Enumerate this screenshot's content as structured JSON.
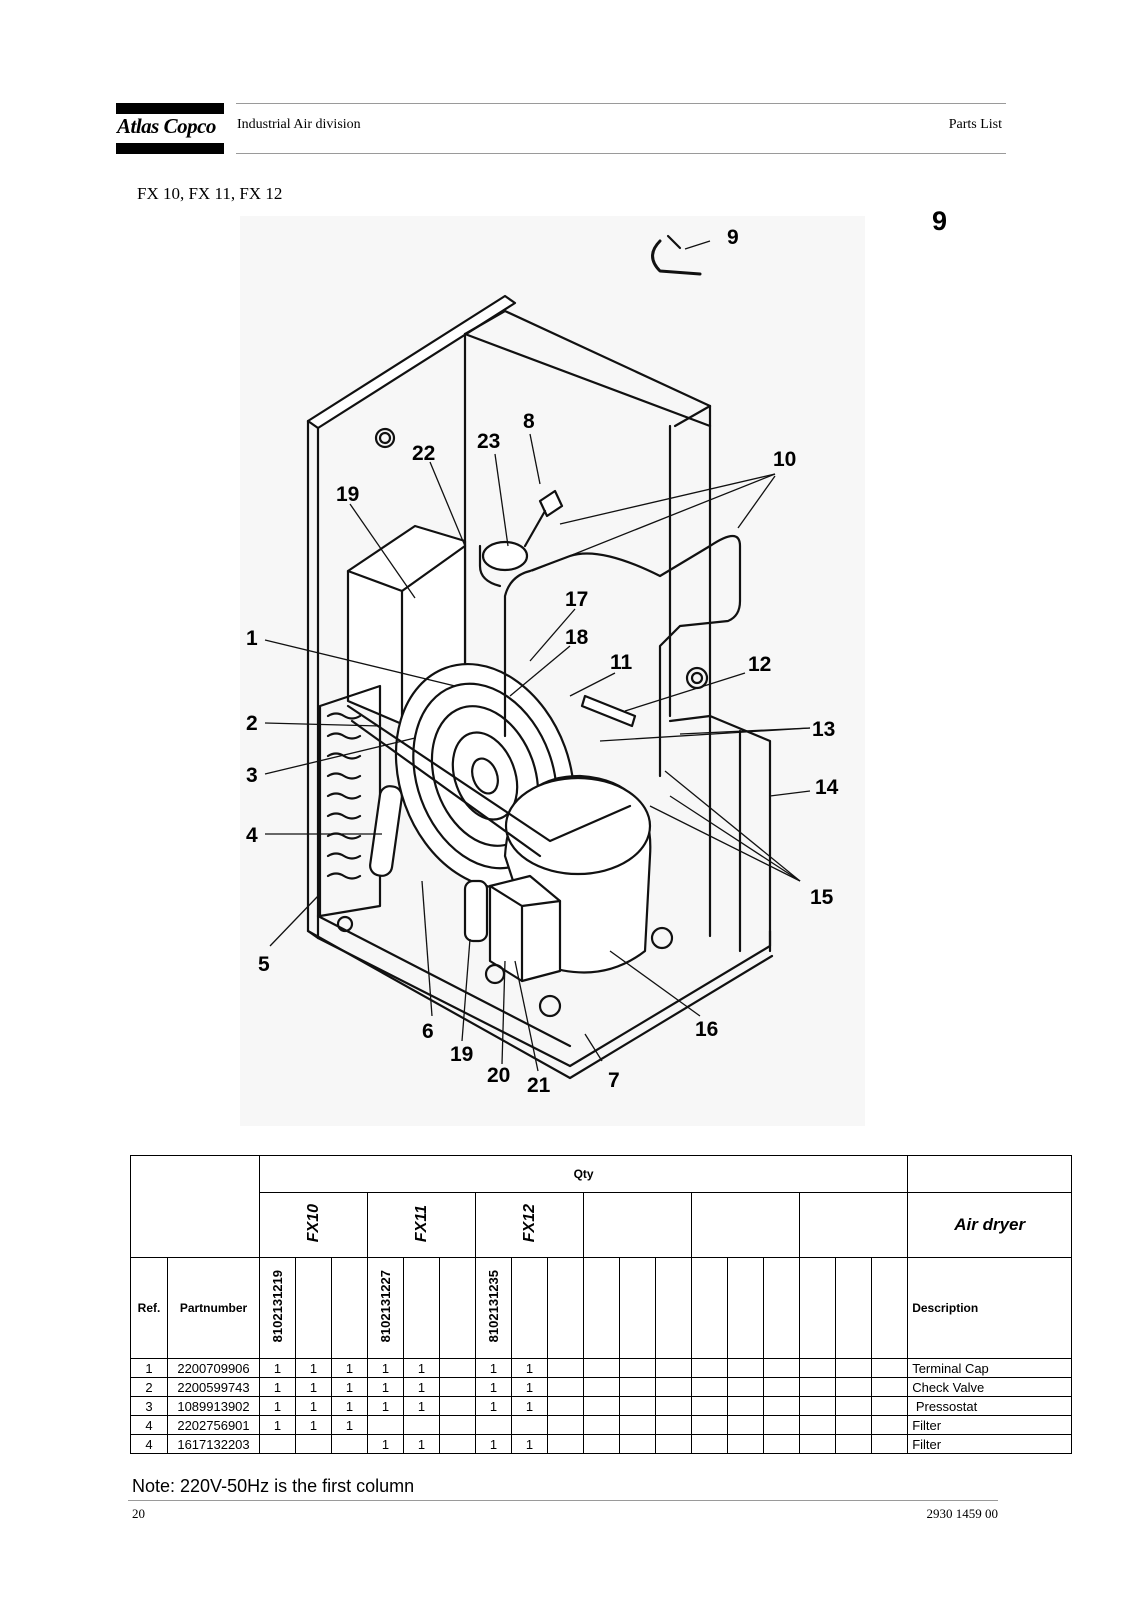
{
  "header": {
    "brand": "Atlas Copco",
    "division": "Industrial Air division",
    "doc_type": "Parts List"
  },
  "page": {
    "models": "FX 10, FX 11, FX 12",
    "figure_number": "9",
    "note": "Note: 220V-50Hz is the first column",
    "page_number": "20",
    "doc_number": "2930 1459 00"
  },
  "figure": {
    "callouts": [
      "1",
      "2",
      "3",
      "4",
      "5",
      "6",
      "7",
      "8",
      "9",
      "10",
      "11",
      "12",
      "13",
      "14",
      "15",
      "16",
      "17",
      "18",
      "19",
      "19",
      "20",
      "21",
      "22",
      "23"
    ]
  },
  "table": {
    "qty_label": "Qty",
    "product": "Air dryer",
    "models": [
      "FX10",
      "FX11",
      "FX12"
    ],
    "model_partnumbers": [
      "8102131219",
      "8102131227",
      "8102131235"
    ],
    "ref_label": "Ref.",
    "partnumber_label": "Partnumber",
    "description_label": "Description",
    "rows": [
      {
        "ref": "1",
        "partnumber": "2200709906",
        "qty": [
          "1",
          "1",
          "1",
          "1",
          "1",
          "",
          "1",
          "1",
          "",
          "",
          "",
          "",
          "",
          "",
          "",
          "",
          "",
          "",
          ""
        ],
        "description": "Terminal Cap"
      },
      {
        "ref": "2",
        "partnumber": "2200599743",
        "qty": [
          "1",
          "1",
          "1",
          "1",
          "1",
          "",
          "1",
          "1",
          "",
          "",
          "",
          "",
          "",
          "",
          "",
          "",
          "",
          "",
          ""
        ],
        "description": "Check Valve"
      },
      {
        "ref": "3",
        "partnumber": "1089913902",
        "qty": [
          "1",
          "1",
          "1",
          "1",
          "1",
          "",
          "1",
          "1",
          "",
          "",
          "",
          "",
          "",
          "",
          "",
          "",
          "",
          "",
          ""
        ],
        "description": " Pressostat"
      },
      {
        "ref": "4",
        "partnumber": "2202756901",
        "qty": [
          "1",
          "1",
          "1",
          "",
          "",
          "",
          "",
          "",
          "",
          "",
          "",
          "",
          "",
          "",
          "",
          "",
          "",
          "",
          ""
        ],
        "description": "Filter"
      },
      {
        "ref": "4",
        "partnumber": "1617132203",
        "qty": [
          "",
          "",
          "",
          "1",
          "1",
          "",
          "1",
          "1",
          "",
          "",
          "",
          "",
          "",
          "",
          "",
          "",
          "",
          "",
          ""
        ],
        "description": "Filter"
      }
    ]
  }
}
